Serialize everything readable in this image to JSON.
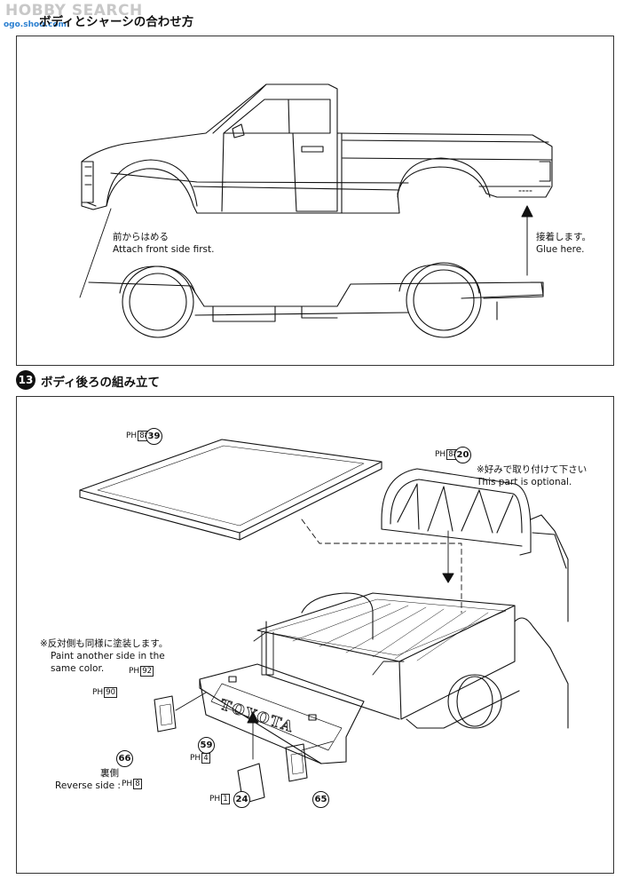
{
  "watermark": {
    "brand": "HOBBY SEARCH",
    "url": "ogo.shou.com"
  },
  "step12": {
    "title": "ボディとシャーシの合わせ方",
    "note_front_jp": "前からはめる",
    "note_front_en": "Attach front side first.",
    "note_glue_jp": "接着します。",
    "note_glue_en": "Glue here."
  },
  "step13": {
    "number": "13",
    "title": "ボディ後ろの組み立て",
    "optional_jp": "※好みで取り付けて下さい",
    "optional_en": "This part is optional.",
    "paint_other_jp": "※反対側も同様に塗装します。",
    "paint_other_en1": "Paint another side in the",
    "paint_other_en2": "same color.",
    "reverse_jp": "裏側",
    "reverse_en": "Reverse side :",
    "tailgate_text": "TOYOTA",
    "parts": {
      "p39": "39",
      "p20": "20",
      "p66": "66",
      "p59": "59",
      "p24": "24",
      "p65": "65"
    },
    "paints": {
      "c39": "88",
      "c20": "88",
      "c66a": "92",
      "c66b": "90",
      "c59": "4",
      "c24rev": "8",
      "c24": "1"
    },
    "paint_prefix": "PH"
  }
}
